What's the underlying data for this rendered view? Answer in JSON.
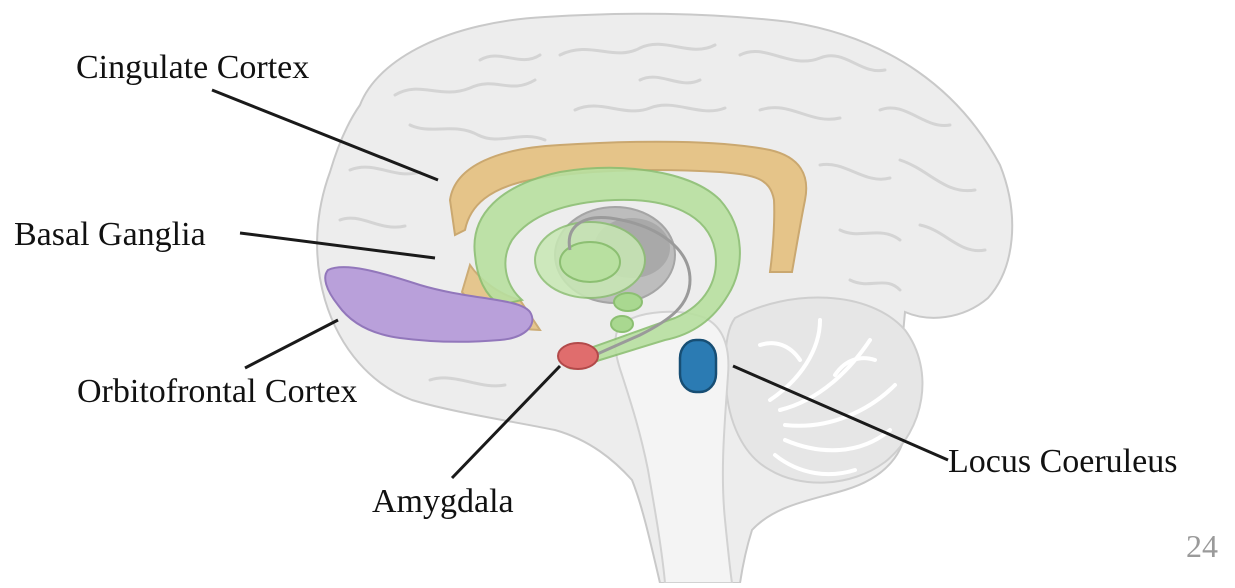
{
  "labels": {
    "cingulate": "Cingulate Cortex",
    "basal": "Basal Ganglia",
    "orbitofrontal": "Orbitofrontal Cortex",
    "amygdala": "Amygdala",
    "locus": "Locus Coeruleus"
  },
  "page_number": "24",
  "colors": {
    "cingulate_region": "#e5c284",
    "basal_ganglia_region": "#b8e0a0",
    "orbitofrontal_region": "#b9a0da",
    "amygdala_region": "#e06d6d",
    "locus_coeruleus_region": "#2b7bb3",
    "brain_tissue": "#ececec"
  }
}
